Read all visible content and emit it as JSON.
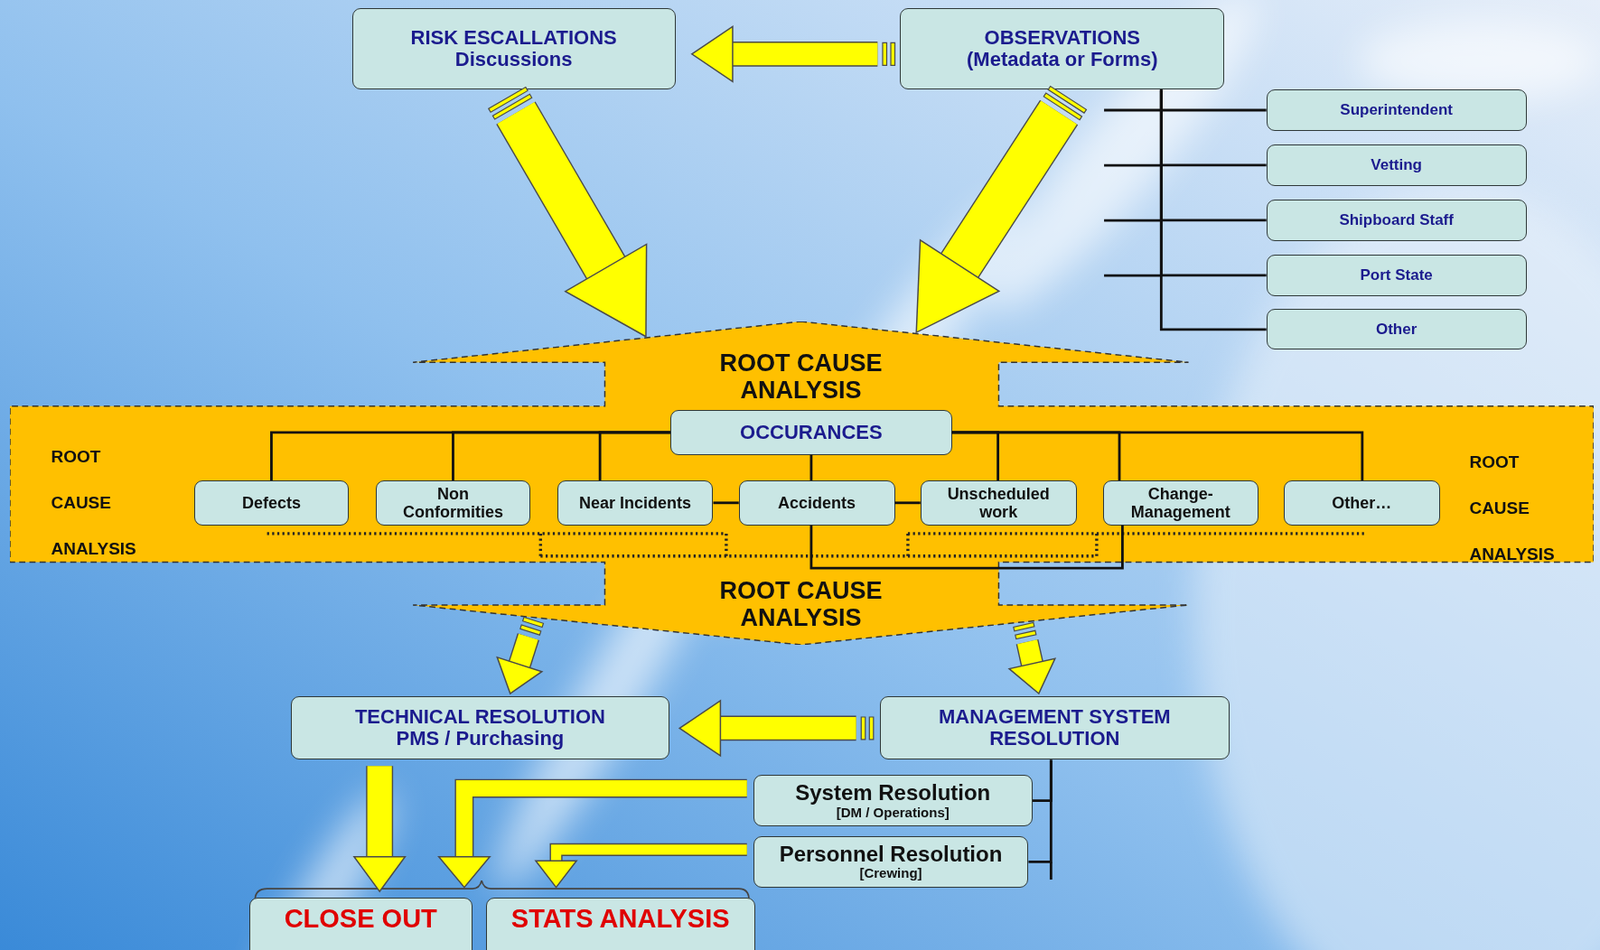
{
  "diagram": {
    "nodes": [
      {
        "text": [
          "RISK ESCALLATIONS",
          "Discussions"
        ]
      },
      {
        "text": [
          "OBSERVATIONS",
          "(Metadata or Forms)"
        ]
      },
      {
        "text": [
          "Superintendent"
        ]
      },
      {
        "text": [
          "Vetting"
        ]
      },
      {
        "text": [
          "Shipboard Staff"
        ]
      },
      {
        "text": [
          "Port State"
        ]
      },
      {
        "text": [
          "Other"
        ]
      },
      {
        "text": [
          "ROOT CAUSE ANALYSIS",
          "ROOT CAUSE ANALYSIS",
          "ROOT CAUSE ANALYSIS",
          "ROOT CAUSE ANALYSIS"
        ]
      },
      {
        "text": [
          "OCCURANCES"
        ],
        "in": 7
      },
      {
        "text": [
          "Defects"
        ],
        "in": 7
      },
      {
        "text": [
          "Non Conformities"
        ],
        "in": 7
      },
      {
        "text": [
          "Near Incidents"
        ],
        "in": 7
      },
      {
        "text": [
          "Accidents"
        ],
        "in": 7
      },
      {
        "text": [
          "Unscheduled work"
        ],
        "in": 7
      },
      {
        "text": [
          "Change-Management"
        ],
        "in": 7
      },
      {
        "text": [
          "Other…"
        ],
        "in": 7
      },
      {
        "text": [
          "TECHNICAL RESOLUTION",
          "PMS / Purchasing"
        ]
      },
      {
        "text": [
          "MANAGEMENT SYSTEM RESOLUTION"
        ]
      },
      {
        "text": [
          "System Resolution",
          "[DM / Operations]"
        ]
      },
      {
        "text": [
          "Personnel Resolution",
          "[Crewing]"
        ]
      },
      {
        "text": [
          "CLOSE OUT"
        ]
      },
      {
        "text": [
          "STATS ANALYSIS"
        ]
      }
    ],
    "edges": [
      {
        "from": 1,
        "to": 0,
        "arrow": "to"
      },
      {
        "from": 0,
        "to": 7,
        "arrow": "to"
      },
      {
        "from": 1,
        "to": 7,
        "arrow": "to"
      },
      {
        "from": 2,
        "to": 1,
        "arrow": "none"
      },
      {
        "from": 3,
        "to": 1,
        "arrow": "none"
      },
      {
        "from": 4,
        "to": 1,
        "arrow": "none"
      },
      {
        "from": 5,
        "to": 1,
        "arrow": "none"
      },
      {
        "from": 6,
        "to": 1,
        "arrow": "none"
      },
      {
        "from": 8,
        "to": 9,
        "arrow": "none"
      },
      {
        "from": 8,
        "to": 10,
        "arrow": "none"
      },
      {
        "from": 8,
        "to": 11,
        "arrow": "none"
      },
      {
        "from": 8,
        "to": 12,
        "arrow": "none"
      },
      {
        "from": 8,
        "to": 13,
        "arrow": "none"
      },
      {
        "from": 8,
        "to": 14,
        "arrow": "none"
      },
      {
        "from": 8,
        "to": 15,
        "arrow": "none"
      },
      {
        "from": 11,
        "to": 12,
        "arrow": "none"
      },
      {
        "from": 12,
        "to": 13,
        "arrow": "none"
      },
      {
        "from": 12,
        "to": 14,
        "arrow": "none"
      },
      {
        "from": 7,
        "to": 16,
        "arrow": "to"
      },
      {
        "from": 7,
        "to": 17,
        "arrow": "to"
      },
      {
        "from": 17,
        "to": 16,
        "arrow": "to"
      },
      {
        "from": 17,
        "to": 18,
        "arrow": "none"
      },
      {
        "from": 17,
        "to": 19,
        "arrow": "none"
      },
      {
        "from": 16,
        "to": 20,
        "arrow": "to"
      },
      {
        "from": 18,
        "to": 20,
        "arrow": "to"
      },
      {
        "from": 19,
        "to": 21,
        "arrow": "to"
      }
    ]
  }
}
